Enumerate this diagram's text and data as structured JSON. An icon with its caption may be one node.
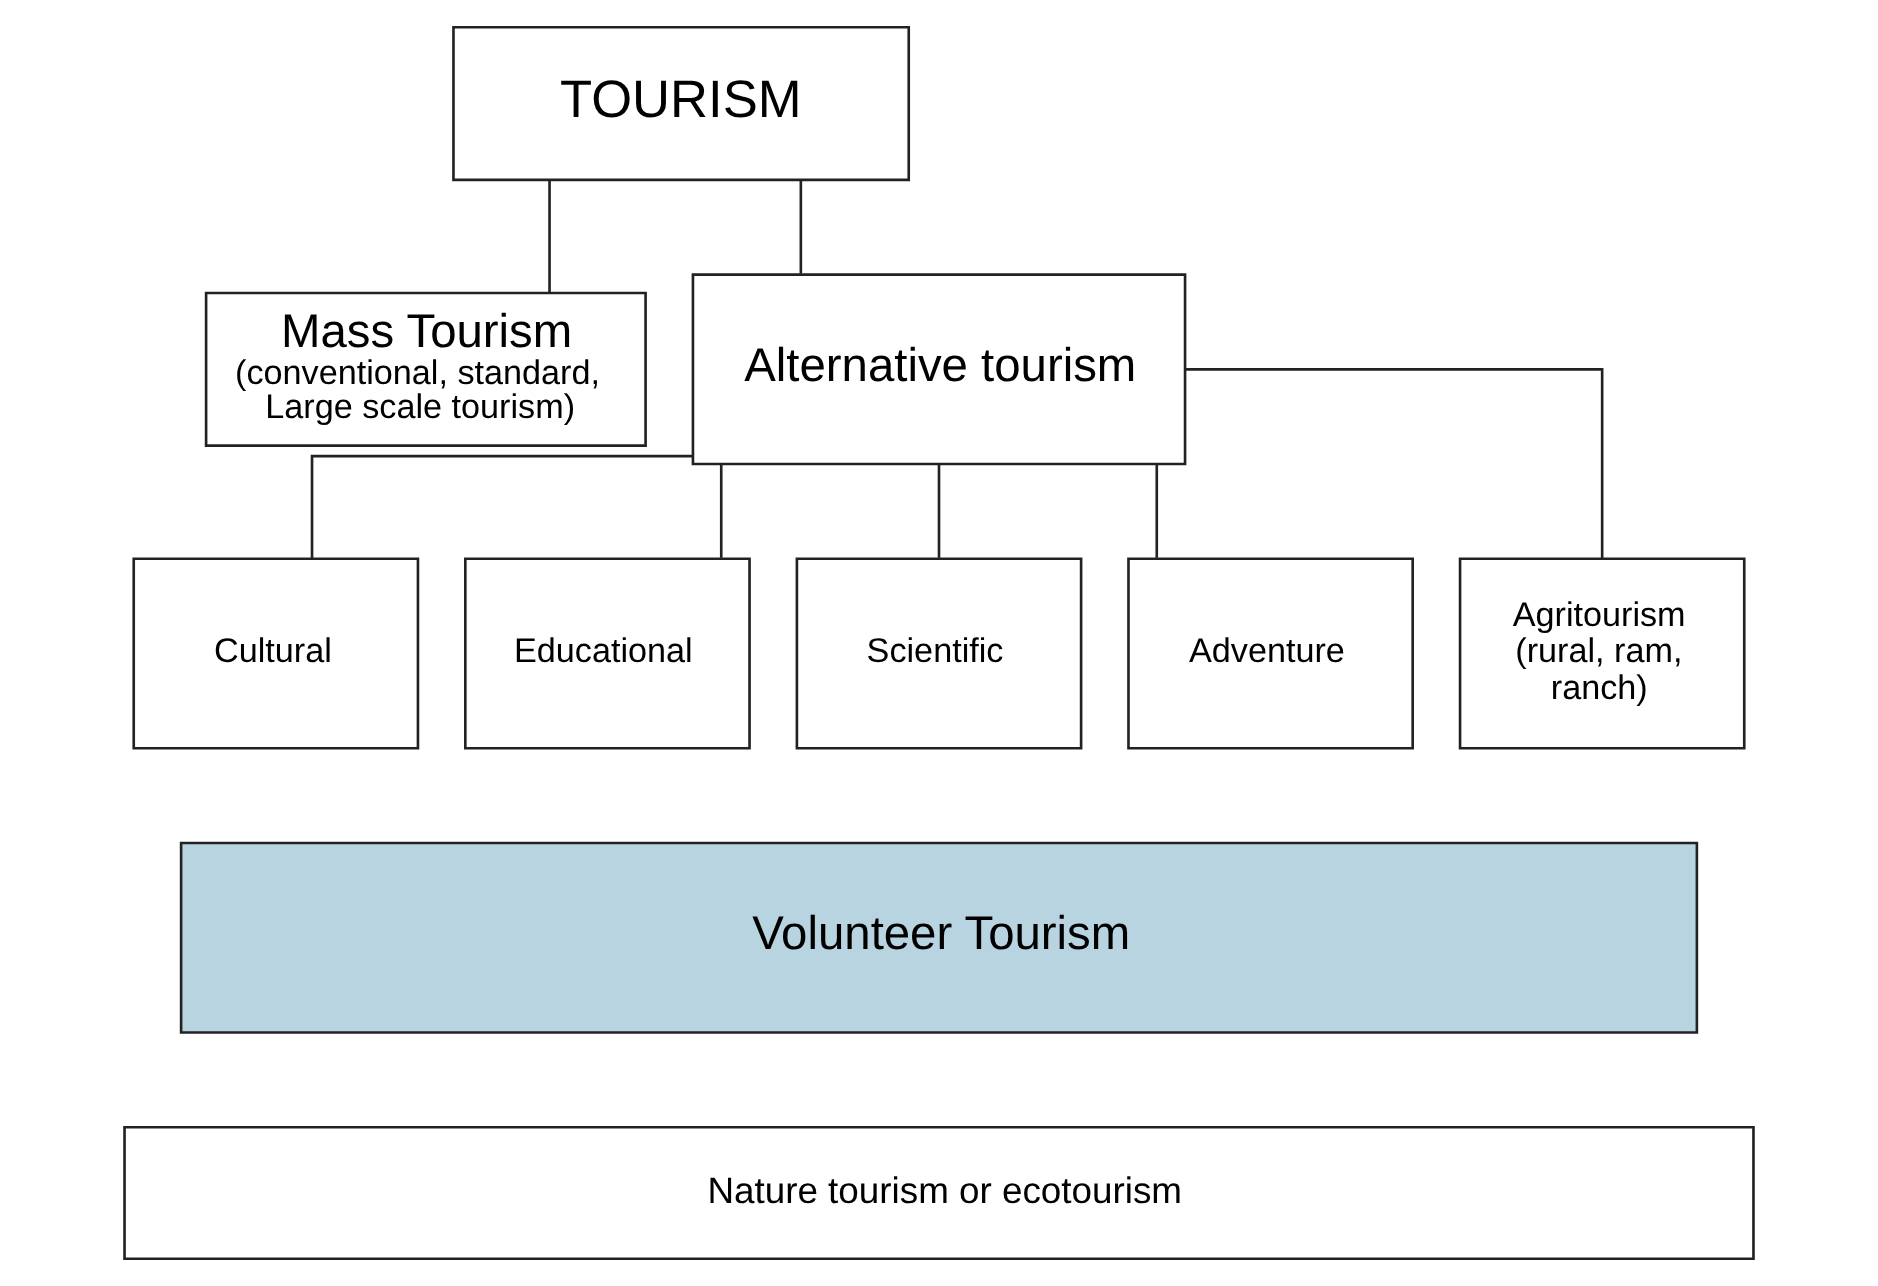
{
  "diagram": {
    "nodes": [
      {
        "text": [
          "TOURISM"
        ]
      },
      {
        "text": [
          "Mass Tourism",
          "(conventional, standard, Large scale tourism)"
        ]
      },
      {
        "text": [
          "Alternative tourism"
        ]
      },
      {
        "text": [
          "Cultural"
        ]
      },
      {
        "text": [
          "Educational"
        ]
      },
      {
        "text": [
          "Scientific"
        ]
      },
      {
        "text": [
          "Adventure"
        ]
      },
      {
        "text": [
          "Agritourism (rural, ram, ranch)"
        ]
      },
      {
        "text": [
          "Volunteer Tourism"
        ]
      },
      {
        "text": [
          "Nature tourism or ecotourism"
        ]
      }
    ],
    "edges": [
      {
        "from": 0,
        "to": 1,
        "arrow": "none"
      },
      {
        "from": 0,
        "to": 2,
        "arrow": "none"
      },
      {
        "from": 2,
        "to": 3,
        "arrow": "none"
      },
      {
        "from": 2,
        "to": 4,
        "arrow": "none"
      },
      {
        "from": 2,
        "to": 5,
        "arrow": "none"
      },
      {
        "from": 2,
        "to": 6,
        "arrow": "none"
      },
      {
        "from": 2,
        "to": 7,
        "arrow": "none"
      }
    ]
  }
}
